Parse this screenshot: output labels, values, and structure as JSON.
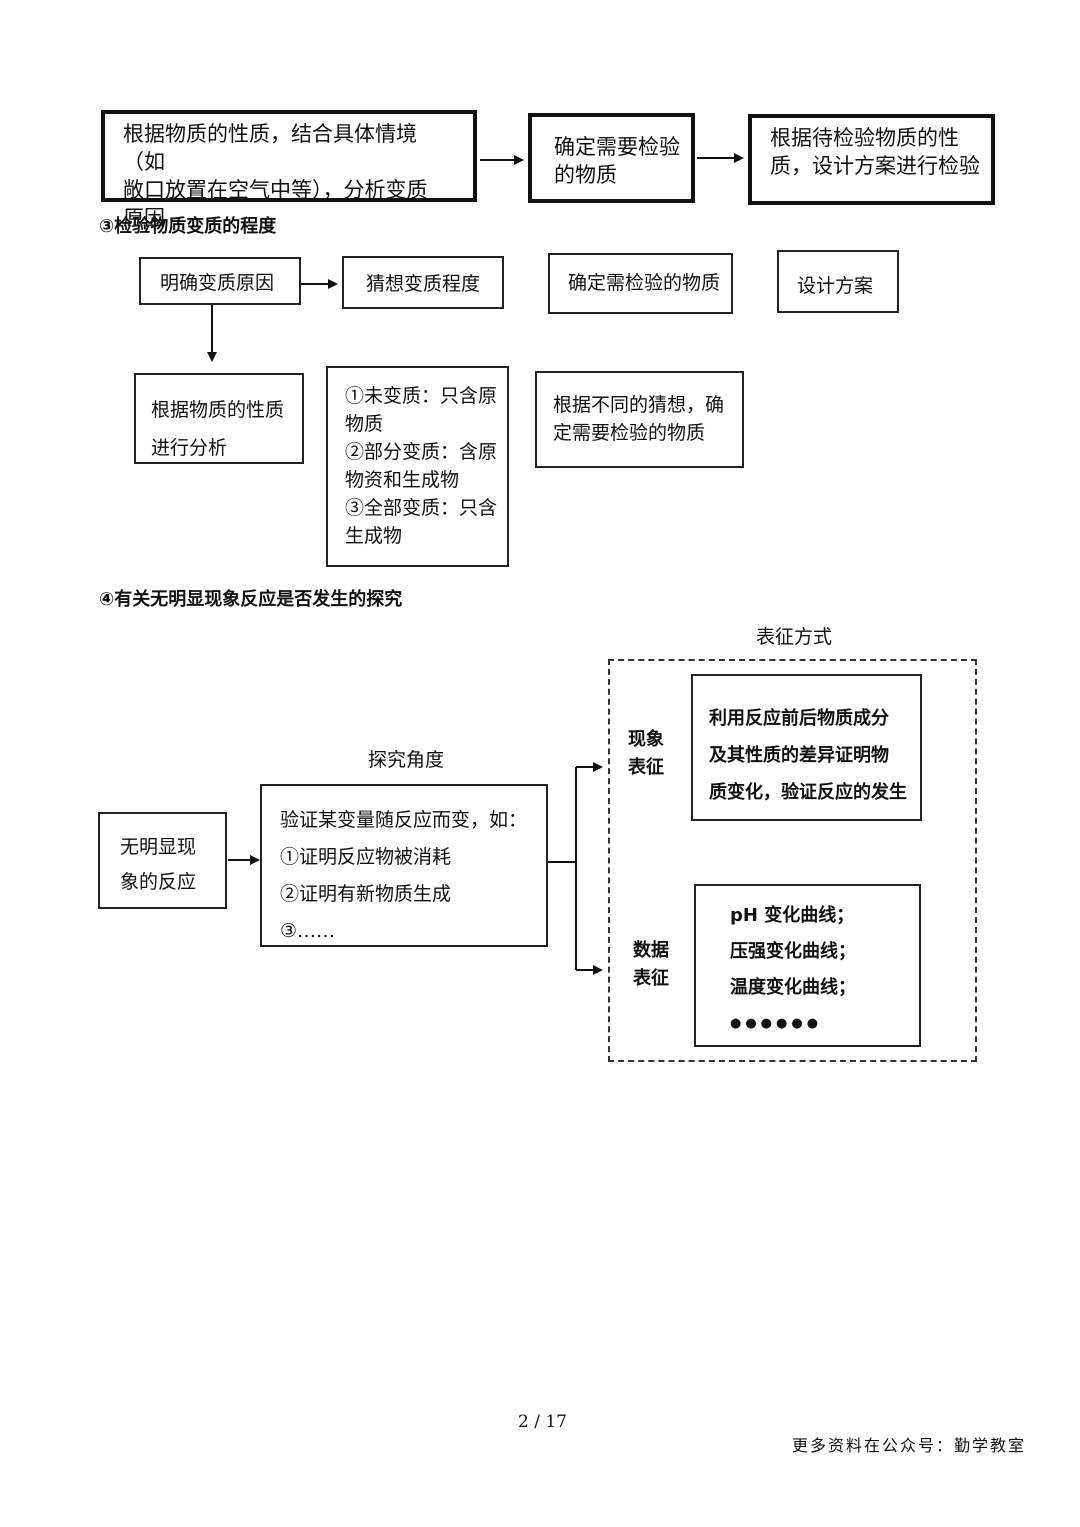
{
  "flow1": {
    "box1": "根据物质的性质，结合具体情境（如敞口放置在空气中等），分析变质原因",
    "box1_lines": [
      "根据物质的性质，结合具体情境（如",
      "敞口放置在空气中等），分析变质",
      "原因"
    ],
    "box2_lines": [
      "确定需要检验",
      "的物质"
    ],
    "box3_lines": [
      "根据待检验物质的性",
      "质，设计方案进行检验"
    ]
  },
  "section3": {
    "heading": "③检验物质变质的程度",
    "box_cause": "明确变质原因",
    "box_guess": "猜想变质程度",
    "box_determine": "确定需检验的物质",
    "box_design": "设计方案",
    "box_analyze_lines": [
      "根据物质的性质",
      "进行分析"
    ],
    "box_cases_lines": [
      "①未变质：只含原",
      "物质",
      "②部分变质：含原",
      "物资和生成物",
      "③全部变质：只含",
      "生成物"
    ],
    "box_by_guess_lines": [
      "根据不同的猜想，确",
      "定需要检验的物质"
    ]
  },
  "section4": {
    "heading": "④有关无明显现象反应是否发生的探究",
    "label_method": "表征方式",
    "label_angle": "探究角度",
    "box_reaction_lines": [
      "无明显现",
      "象的反应"
    ],
    "box_verify_lines": [
      "验证某变量随反应而变，如：",
      "①证明反应物被消耗",
      "②证明有新物质生成",
      "③……"
    ],
    "label_phenomenon_lines": [
      "现象",
      "表征"
    ],
    "label_data_lines": [
      "数据",
      "表征"
    ],
    "box_phenomenon_lines": [
      "利用反应前后物质成分",
      "及其性质的差异证明物",
      "质变化，验证反应的发生"
    ],
    "box_data_lines": [
      "pH 变化曲线；",
      "压强变化曲线；",
      "温度变化曲线；",
      "●●●●●●"
    ]
  },
  "footer": {
    "page": "2 / 17",
    "watermark": "更多资料在公众号：勤学教室"
  }
}
